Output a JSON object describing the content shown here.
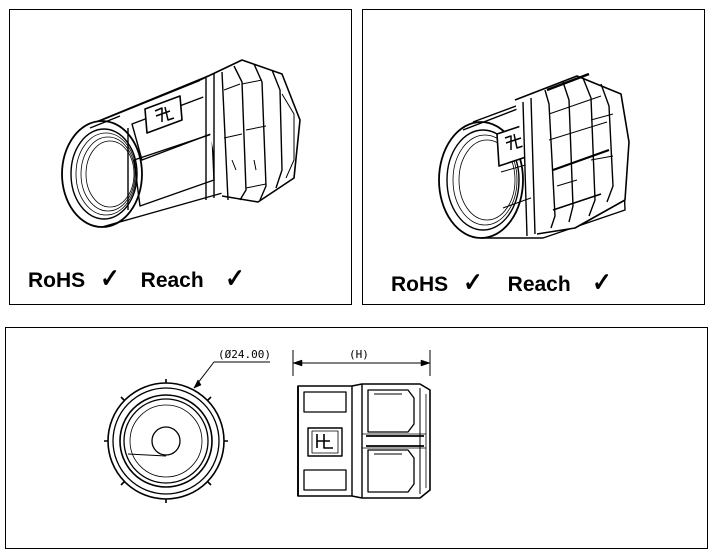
{
  "panel_left": {
    "rohs_label": "RoHS",
    "rohs_check": "✓",
    "reach_label": "Reach",
    "reach_check": "✓"
  },
  "panel_right": {
    "rohs_label": "RoHS",
    "rohs_check": "✓",
    "reach_label": "Reach",
    "reach_check": "✓"
  },
  "drawing": {
    "diameter_label": "(Ø24.00)",
    "height_label": "(H)"
  }
}
